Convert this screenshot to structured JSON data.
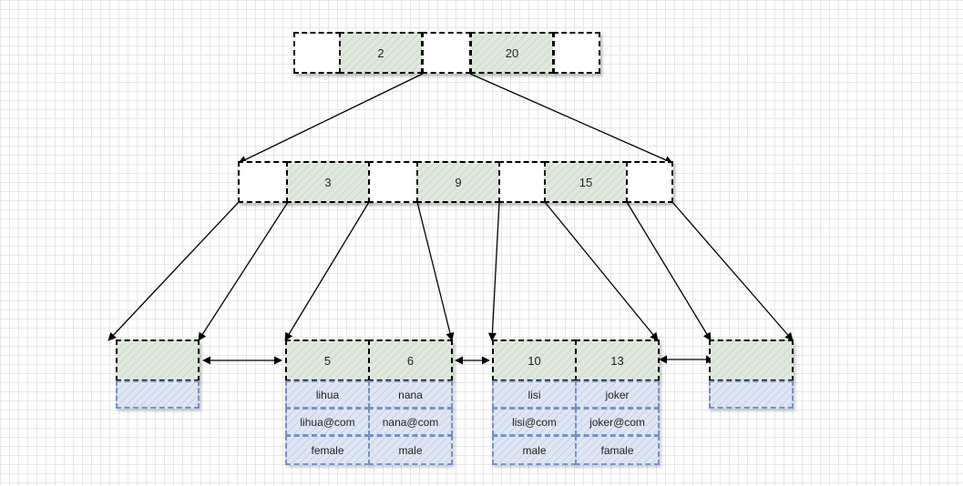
{
  "root": {
    "keys": [
      "2",
      "20"
    ]
  },
  "internal": {
    "keys": [
      "3",
      "9",
      "15"
    ]
  },
  "leaves": [
    {
      "keys": [],
      "records": []
    },
    {
      "keys": [
        "5",
        "6"
      ],
      "records": [
        {
          "name": "lihua",
          "email": "lihua@com",
          "gender": "female"
        },
        {
          "name": "nana",
          "email": "nana@com",
          "gender": "male"
        }
      ]
    },
    {
      "keys": [
        "10",
        "13"
      ],
      "records": [
        {
          "name": "lisi",
          "email": "lisi@com",
          "gender": "male"
        },
        {
          "name": "joker",
          "email": "joker@com",
          "gender": "famale"
        }
      ]
    },
    {
      "keys": [],
      "records": []
    }
  ],
  "colors": {
    "key_fill": "#dfe8dc",
    "data_fill": "#dfe6f3",
    "data_border": "#7391c8",
    "border": "#000000"
  }
}
